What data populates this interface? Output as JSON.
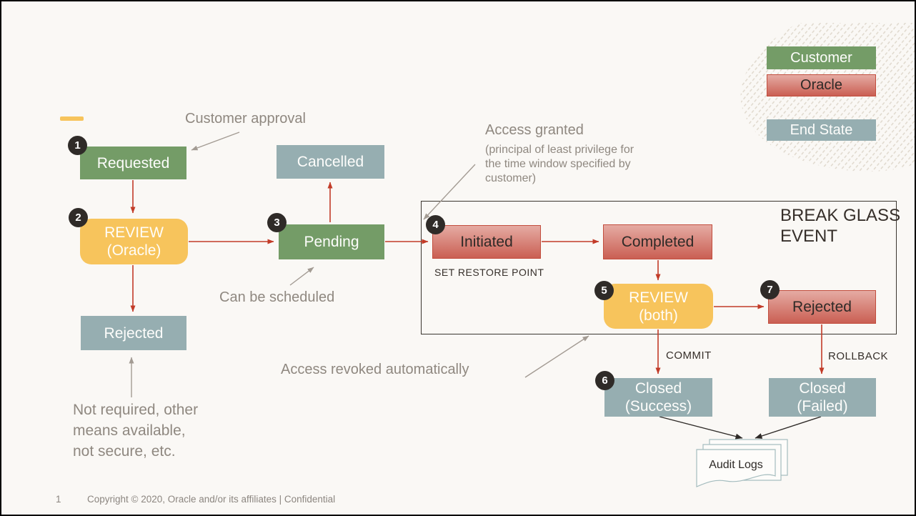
{
  "legend": {
    "customer": "Customer",
    "oracle": "Oracle",
    "end_state": "End State"
  },
  "nodes": {
    "requested": {
      "badge": "1",
      "label": "Requested"
    },
    "review_oracle": {
      "badge": "2",
      "line1": "REVIEW",
      "line2": "(Oracle)"
    },
    "pending": {
      "badge": "3",
      "label": "Pending"
    },
    "cancelled": {
      "label": "Cancelled"
    },
    "rejected_pre": {
      "label": "Rejected"
    },
    "initiated": {
      "badge": "4",
      "label": "Initiated"
    },
    "completed": {
      "label": "Completed"
    },
    "review_both": {
      "badge": "5",
      "line1": "REVIEW",
      "line2": "(both)"
    },
    "rejected_bge": {
      "badge": "7",
      "label": "Rejected"
    },
    "closed_success": {
      "badge": "6",
      "line1": "Closed",
      "line2": "(Success)"
    },
    "closed_failed": {
      "line1": "Closed",
      "line2": "(Failed)"
    },
    "audit_logs": {
      "label": "Audit Logs"
    }
  },
  "break_glass": {
    "title_line1": "BREAK GLASS",
    "title_line2": "EVENT",
    "set_restore_point": "SET RESTORE POINT",
    "commit": "COMMIT",
    "rollback": "ROLLBACK"
  },
  "annotations": {
    "customer_approval": "Customer approval",
    "access_granted_title": "Access granted",
    "access_granted_lines": [
      "(principal of least privilege for",
      "the time window specified by",
      "customer)"
    ],
    "can_be_scheduled": "Can be scheduled",
    "access_revoked": "Access revoked automatically",
    "not_required_lines": [
      "Not required, other",
      "means available,",
      "not secure, etc."
    ]
  },
  "footer": {
    "page_number": "1",
    "copyright": "Copyright © 2020, Oracle and/or its affiliates  |  Confidential"
  },
  "colors": {
    "customer_green": "#749c67",
    "oracle_red_top": "#e5aba3",
    "oracle_red_bottom": "#ca5f53",
    "oracle_red_border": "#c24d3d",
    "end_state_bluegray": "#96aeb1",
    "review_yellow": "#f7c45c",
    "arrow_red": "#c23b28",
    "arrow_gray": "#a39b93",
    "arrow_black": "#2e2a27",
    "annotation_gray": "#8f8880",
    "badge_dark": "#2f2b28",
    "background": "#faf8f5"
  }
}
